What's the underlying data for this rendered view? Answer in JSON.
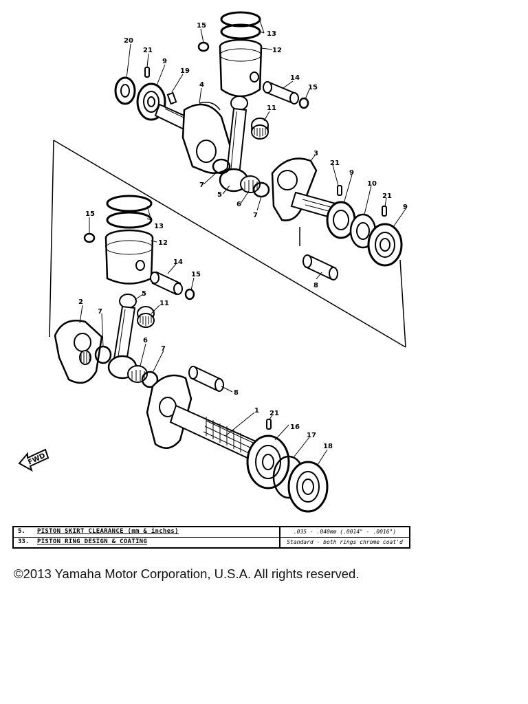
{
  "callouts": {
    "c1": "1",
    "c2": "2",
    "c3": "3",
    "c4": "4",
    "c5a": "5",
    "c5b": "5",
    "c6a": "6",
    "c6b": "6",
    "c7a": "7",
    "c7b": "7",
    "c7c": "7",
    "c7d": "7",
    "c8a": "8",
    "c8b": "8",
    "c9a": "9",
    "c9b": "9",
    "c9c": "9",
    "c10": "10",
    "c11a": "11",
    "c11b": "11",
    "c12a": "12",
    "c12b": "12",
    "c13a": "13",
    "c13b": "13",
    "c14a": "14",
    "c14b": "14",
    "c15a": "15",
    "c15b": "15",
    "c15c": "15",
    "c15d": "15",
    "c16": "16",
    "c17": "17",
    "c18": "18",
    "c19": "19",
    "c20": "20",
    "c21a": "21",
    "c21b": "21",
    "c21c": "21",
    "c21d": "21"
  },
  "fwd_label": "FWD",
  "spec_table": {
    "rows": [
      {
        "num": "5.",
        "name": "PISTON SKIRT CLEARANCE (mm & inches)",
        "value": ".035 - .040mm (.0014\" - .0016\")"
      },
      {
        "num": "33.",
        "name": "PISTON RING DESIGN & COATING",
        "value": "Standard - both rings chrome coat'd"
      }
    ]
  },
  "copyright": "©2013 Yamaha Motor Corporation, U.S.A. All rights reserved."
}
